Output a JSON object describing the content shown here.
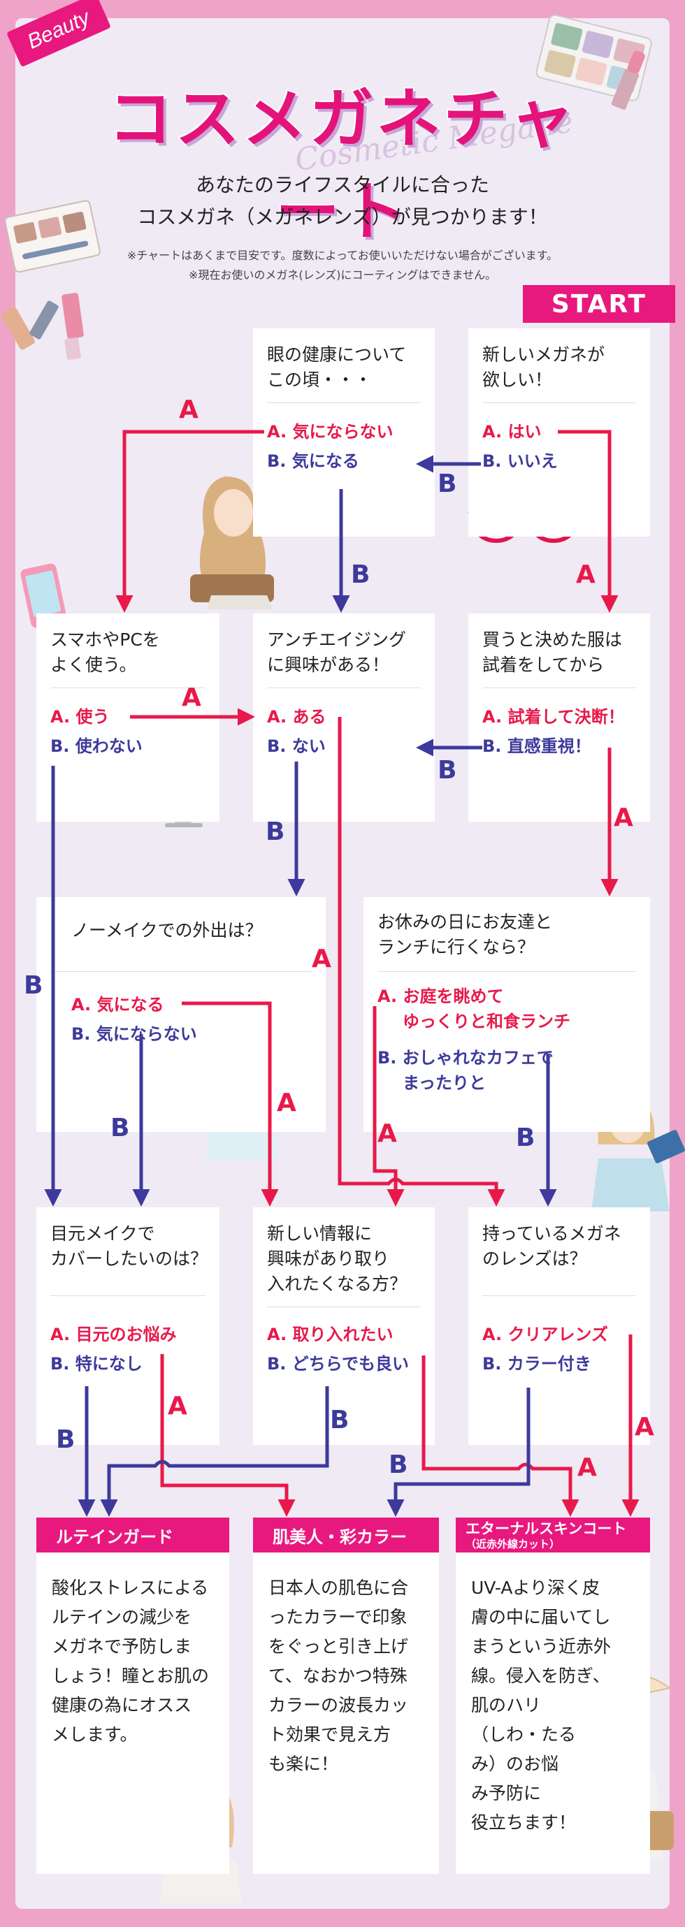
{
  "badge": "Beauty",
  "title": "コスメガネチャート",
  "script_title": "Cosmetic Megane",
  "subtitle": [
    "あなたのライフスタイルに合った",
    "コスメガネ（メガネレンズ）が見つかります！"
  ],
  "notes": [
    "※チャートはあくまで目安です。度数によってお使いいただけない場合がございます。",
    "※現在お使いのメガネ(レンズ)にコーティングはできません。"
  ],
  "start": "START",
  "questions": {
    "q1": {
      "text": [
        "新しいメガネが",
        "欲しい！"
      ],
      "a": "A. はい",
      "b": "B. いいえ"
    },
    "q2": {
      "text": [
        "眼の健康について",
        "この頃・・・"
      ],
      "a": "A. 気にならない",
      "b": "B. 気になる"
    },
    "q3": {
      "text": [
        "買うと決めた服は",
        "試着をしてから"
      ],
      "a": "A. 試着して決断！",
      "b": "B. 直感重視！"
    },
    "q4": {
      "text": [
        "アンチエイジング",
        "に興味がある！"
      ],
      "a": "A. ある",
      "b": "B. ない"
    },
    "q5": {
      "text": [
        "スマホやPCを",
        "よく使う。"
      ],
      "a": "A. 使う",
      "b": "B. 使わない"
    },
    "q6": {
      "text": [
        "お休みの日にお友達と",
        "ランチに行くなら？"
      ],
      "a": [
        "A. お庭を眺めて",
        "ゆっくりと和食ランチ"
      ],
      "b": [
        "B. おしゃれなカフェで",
        "まったりと"
      ]
    },
    "q7": {
      "text": [
        "ノーメイクでの外出は？"
      ],
      "a": "A. 気になる",
      "b": "B. 気にならない"
    },
    "q8": {
      "text": [
        "持っているメガネ",
        "のレンズは？"
      ],
      "a": "A. クリアレンズ",
      "b": "B. カラー付き"
    },
    "q9": {
      "text": [
        "新しい情報に",
        "興味があり取り",
        "入れたくなる方？"
      ],
      "a": "A. 取り入れたい",
      "b": "B. どちらでも良い"
    },
    "q10": {
      "text": [
        "目元メイクで",
        "カバーしたいのは？"
      ],
      "a": "A. 目元のお悩み",
      "b": "B. 特になし"
    }
  },
  "labels": {
    "a": "A",
    "b": "B"
  },
  "results": {
    "r1": {
      "title": "ルテインガード",
      "body": [
        "酸化ストレスによる",
        "ルテインの減少を",
        "メガネで予防しま",
        "しょう！瞳とお肌の",
        "健康の為にオスス",
        "メします。"
      ]
    },
    "r2": {
      "title": "肌美人・彩カラー",
      "body": [
        "日本人の肌色に合",
        "ったカラーで印象",
        "をぐっと引き上げ",
        "て、なおかつ特殊",
        "カラーの波長カッ",
        "ト効果で見え方",
        "も楽に！"
      ]
    },
    "r3": {
      "title": "エターナルスキンコート",
      "subtitle": "（近赤外線カット）",
      "body": [
        "UV-Aより深く皮",
        "膚の中に届いてし",
        "まうという近赤外",
        "線。侵入を防ぎ、",
        "肌のハリ",
        "（しわ・たる",
        "み）のお悩",
        "み予防に",
        "役立ちます！"
      ]
    }
  },
  "colors": {
    "pink": "#e8197e",
    "red": "#e8194a",
    "navy": "#3d3a9c",
    "panel": "#f0eaf4",
    "frame": "#f0a3c8"
  }
}
